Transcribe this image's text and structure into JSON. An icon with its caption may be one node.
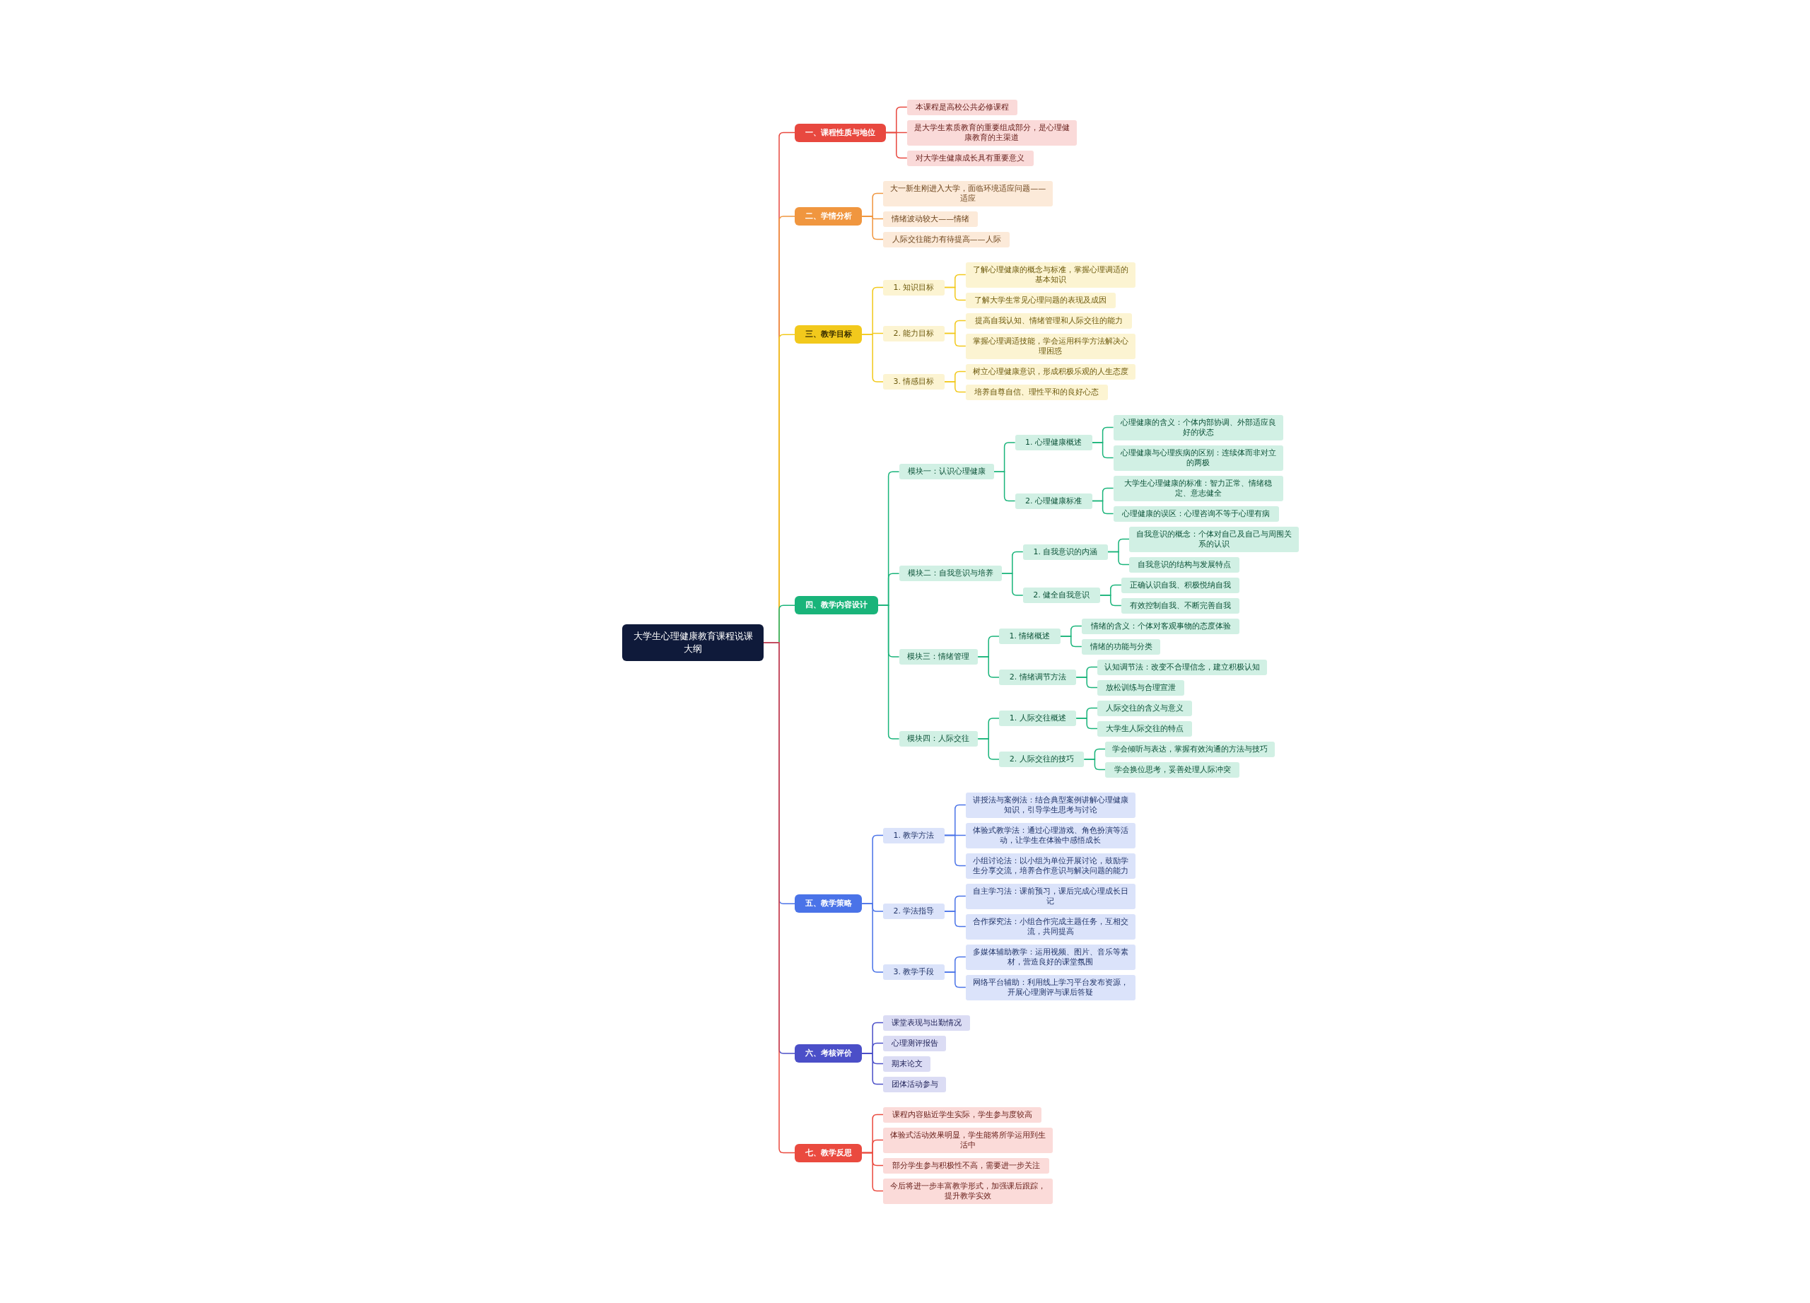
{
  "diagram": {
    "nodes": [
      {
        "text": [
          "大学生心理健康教育课程说课大纲"
        ]
      },
      {
        "text": [
          "一、课程性质与地位"
        ]
      },
      {
        "text": [
          "本课程是高校公共必修课程"
        ]
      },
      {
        "text": [
          "是大学生素质教育的重要组成部分，是心理健康教育的主渠道"
        ]
      },
      {
        "text": [
          "对大学生健康成长具有重要意义"
        ]
      },
      {
        "text": [
          "二、学情分析"
        ]
      },
      {
        "text": [
          "大一新生刚进入大学，面临环境适应问题——适应"
        ]
      },
      {
        "text": [
          "情绪波动较大——情绪"
        ]
      },
      {
        "text": [
          "人际交往能力有待提高——人际"
        ]
      },
      {
        "text": [
          "三、教学目标"
        ]
      },
      {
        "text": [
          "1. 知识目标"
        ]
      },
      {
        "text": [
          "了解心理健康的概念与标准，掌握心理调适的基本知识"
        ]
      },
      {
        "text": [
          "了解大学生常见心理问题的表现及成因"
        ]
      },
      {
        "text": [
          "2. 能力目标"
        ]
      },
      {
        "text": [
          "提高自我认知、情绪管理和人际交往的能力"
        ]
      },
      {
        "text": [
          "掌握心理调适技能，学会运用科学方法解决心理困惑"
        ]
      },
      {
        "text": [
          "3. 情感目标"
        ]
      },
      {
        "text": [
          "树立心理健康意识，形成积极乐观的人生态度"
        ]
      },
      {
        "text": [
          "培养自尊自信、理性平和的良好心态"
        ]
      },
      {
        "text": [
          "四、教学内容设计"
        ]
      },
      {
        "text": [
          "模块一：认识心理健康"
        ]
      },
      {
        "text": [
          "1. 心理健康概述"
        ]
      },
      {
        "text": [
          "心理健康的含义：个体内部协调、外部适应良好的状态"
        ]
      },
      {
        "text": [
          "心理健康与心理疾病的区别：连续体而非对立的两极"
        ]
      },
      {
        "text": [
          "2. 心理健康标准"
        ]
      },
      {
        "text": [
          "大学生心理健康的标准：智力正常、情绪稳定、意志健全"
        ]
      },
      {
        "text": [
          "心理健康的误区：心理咨询不等于心理有病"
        ]
      },
      {
        "text": [
          "模块二：自我意识与培养"
        ]
      },
      {
        "text": [
          "1. 自我意识的内涵"
        ]
      },
      {
        "text": [
          "自我意识的概念：个体对自己及自己与周围关系的认识"
        ]
      },
      {
        "text": [
          "自我意识的结构与发展特点"
        ]
      },
      {
        "text": [
          "2. 健全自我意识"
        ]
      },
      {
        "text": [
          "正确认识自我、积极悦纳自我"
        ]
      },
      {
        "text": [
          "有效控制自我、不断完善自我"
        ]
      },
      {
        "text": [
          "模块三：情绪管理"
        ]
      },
      {
        "text": [
          "1. 情绪概述"
        ]
      },
      {
        "text": [
          "情绪的含义：个体对客观事物的态度体验"
        ]
      },
      {
        "text": [
          "情绪的功能与分类"
        ]
      },
      {
        "text": [
          "2. 情绪调节方法"
        ]
      },
      {
        "text": [
          "认知调节法：改变不合理信念，建立积极认知"
        ]
      },
      {
        "text": [
          "放松训练与合理宣泄"
        ]
      },
      {
        "text": [
          "模块四：人际交往"
        ]
      },
      {
        "text": [
          "1. 人际交往概述"
        ]
      },
      {
        "text": [
          "人际交往的含义与意义"
        ]
      },
      {
        "text": [
          "大学生人际交往的特点"
        ]
      },
      {
        "text": [
          "2. 人际交往的技巧"
        ]
      },
      {
        "text": [
          "学会倾听与表达，掌握有效沟通的方法与技巧"
        ]
      },
      {
        "text": [
          "学会换位思考，妥善处理人际冲突"
        ]
      },
      {
        "text": [
          "五、教学策略"
        ]
      },
      {
        "text": [
          "1. 教学方法"
        ]
      },
      {
        "text": [
          "讲授法与案例法：结合典型案例讲解心理健康知识，引导学生思考与讨论"
        ]
      },
      {
        "text": [
          "体验式教学法：通过心理游戏、角色扮演等活动，让学生在体验中感悟成长"
        ]
      },
      {
        "text": [
          "小组讨论法：以小组为单位开展讨论，鼓励学生分享交流，培养合作意识与解决问题的能力"
        ]
      },
      {
        "text": [
          "2. 学法指导"
        ]
      },
      {
        "text": [
          "自主学习法：课前预习，课后完成心理成长日记"
        ]
      },
      {
        "text": [
          "合作探究法：小组合作完成主题任务，互相交流，共同提高"
        ]
      },
      {
        "text": [
          "3. 教学手段"
        ]
      },
      {
        "text": [
          "多媒体辅助教学：运用视频、图片、音乐等素材，营造良好的课堂氛围"
        ]
      },
      {
        "text": [
          "网络平台辅助：利用线上学习平台发布资源，开展心理测评与课后答疑"
        ]
      },
      {
        "text": [
          "六、考核评价"
        ]
      },
      {
        "text": [
          "课堂表现与出勤情况"
        ]
      },
      {
        "text": [
          "心理测评报告"
        ]
      },
      {
        "text": [
          "期末论文"
        ]
      },
      {
        "text": [
          "团体活动参与"
        ]
      },
      {
        "text": [
          "七、教学反思"
        ]
      },
      {
        "text": [
          "课程内容贴近学生实际，学生参与度较高"
        ]
      },
      {
        "text": [
          "体验式活动效果明显，学生能将所学运用到生活中"
        ]
      },
      {
        "text": [
          "部分学生参与积极性不高，需要进一步关注"
        ]
      },
      {
        "text": [
          "今后将进一步丰富教学形式，加强课后跟踪，提升教学实效"
        ]
      }
    ],
    "edges": [
      {
        "from": 0,
        "to": 1,
        "arrow": "none",
        "color": "#e8483f"
      },
      {
        "from": 0,
        "to": 5,
        "arrow": "none",
        "color": "#f0963f"
      },
      {
        "from": 0,
        "to": 9,
        "arrow": "none",
        "color": "#f2c91c"
      },
      {
        "from": 0,
        "to": 19,
        "arrow": "none"
      },
      {
        "from": 0,
        "to": 48,
        "arrow": "none",
        "color": "#4a73e8"
      },
      {
        "from": 0,
        "to": 59,
        "arrow": "none",
        "color": "#4b4fc8"
      },
      {
        "from": 0,
        "to": 64,
        "arrow": "none",
        "color": "#ea4a3f"
      },
      {
        "from": 1,
        "to": 2,
        "arrow": "none",
        "color": "#e8483f"
      },
      {
        "from": 1,
        "to": 3,
        "arrow": "none",
        "color": "#e8483f"
      },
      {
        "from": 1,
        "to": 4,
        "arrow": "none",
        "color": "#e8483f"
      },
      {
        "from": 5,
        "to": 6,
        "arrow": "none",
        "color": "#f0963f"
      },
      {
        "from": 5,
        "to": 7,
        "arrow": "none",
        "color": "#f0963f"
      },
      {
        "from": 5,
        "to": 8,
        "arrow": "none",
        "color": "#f0963f"
      },
      {
        "from": 9,
        "to": 10,
        "arrow": "none",
        "color": "#f2c91c"
      },
      {
        "from": 9,
        "to": 13,
        "arrow": "none",
        "color": "#f2c91c"
      },
      {
        "from": 9,
        "to": 16,
        "arrow": "none",
        "color": "#f2c91c"
      },
      {
        "from": 10,
        "to": 11,
        "arrow": "none",
        "color": "#f2c91c"
      },
      {
        "from": 10,
        "to": 12,
        "arrow": "none",
        "color": "#f2c91c"
      },
      {
        "from": 13,
        "to": 14,
        "arrow": "none",
        "color": "#f2c91c"
      },
      {
        "from": 13,
        "to": 15,
        "arrow": "none",
        "color": "#f2c91c"
      },
      {
        "from": 16,
        "to": 17,
        "arrow": "none",
        "color": "#f2c91c"
      },
      {
        "from": 16,
        "to": 18,
        "arrow": "none",
        "color": "#f2c91c"
      },
      {
        "from": 19,
        "to": 20,
        "arrow": "none"
      },
      {
        "from": 19,
        "to": 27,
        "arrow": "none"
      },
      {
        "from": 19,
        "to": 34,
        "arrow": "none"
      },
      {
        "from": 19,
        "to": 41,
        "arrow": "none"
      },
      {
        "from": 20,
        "to": 21,
        "arrow": "none"
      },
      {
        "from": 20,
        "to": 24,
        "arrow": "none"
      },
      {
        "from": 21,
        "to": 22,
        "arrow": "none"
      },
      {
        "from": 21,
        "to": 23,
        "arrow": "none"
      },
      {
        "from": 24,
        "to": 25,
        "arrow": "none"
      },
      {
        "from": 24,
        "to": 26,
        "arrow": "none"
      },
      {
        "from": 27,
        "to": 28,
        "arrow": "none"
      },
      {
        "from": 27,
        "to": 31,
        "arrow": "none"
      },
      {
        "from": 28,
        "to": 29,
        "arrow": "none"
      },
      {
        "from": 28,
        "to": 30,
        "arrow": "none"
      },
      {
        "from": 31,
        "to": 32,
        "arrow": "none"
      },
      {
        "from": 31,
        "to": 33,
        "arrow": "none"
      },
      {
        "from": 34,
        "to": 35,
        "arrow": "none"
      },
      {
        "from": 34,
        "to": 38,
        "arrow": "none"
      },
      {
        "from": 35,
        "to": 36,
        "arrow": "none"
      },
      {
        "from": 35,
        "to": 37,
        "arrow": "none"
      },
      {
        "from": 38,
        "to": 39,
        "arrow": "none"
      },
      {
        "from": 38,
        "to": 40,
        "arrow": "none"
      },
      {
        "from": 41,
        "to": 42,
        "arrow": "none"
      },
      {
        "from": 41,
        "to": 45,
        "arrow": "none"
      },
      {
        "from": 42,
        "to": 43,
        "arrow": "none"
      },
      {
        "from": 42,
        "to": 44,
        "arrow": "none"
      },
      {
        "from": 45,
        "to": 46,
        "arrow": "none"
      },
      {
        "from": 45,
        "to": 47,
        "arrow": "none"
      },
      {
        "from": 48,
        "to": 49,
        "arrow": "none",
        "color": "#4a73e8"
      },
      {
        "from": 48,
        "to": 53,
        "arrow": "none",
        "color": "#4a73e8"
      },
      {
        "from": 48,
        "to": 56,
        "arrow": "none",
        "color": "#4a73e8"
      },
      {
        "from": 49,
        "to": 50,
        "arrow": "none",
        "color": "#4a73e8"
      },
      {
        "from": 49,
        "to": 51,
        "arrow": "none",
        "color": "#4a73e8"
      },
      {
        "from": 49,
        "to": 52,
        "arrow": "none",
        "color": "#4a73e8"
      },
      {
        "from": 53,
        "to": 54,
        "arrow": "none",
        "color": "#4a73e8"
      },
      {
        "from": 53,
        "to": 55,
        "arrow": "none",
        "color": "#4a73e8"
      },
      {
        "from": 56,
        "to": 57,
        "arrow": "none",
        "color": "#4a73e8"
      },
      {
        "from": 56,
        "to": 58,
        "arrow": "none",
        "color": "#4a73e8"
      },
      {
        "from": 59,
        "to": 60,
        "arrow": "none",
        "color": "#4b4fc8"
      },
      {
        "from": 59,
        "to": 61,
        "arrow": "none",
        "color": "#4b4fc8"
      },
      {
        "from": 59,
        "to": 62,
        "arrow": "none",
        "color": "#4b4fc8"
      },
      {
        "from": 59,
        "to": 63,
        "arrow": "none",
        "color": "#4b4fc8"
      },
      {
        "from": 64,
        "to": 65,
        "arrow": "none",
        "color": "#ea4a3f"
      },
      {
        "from": 64,
        "to": 66,
        "arrow": "none",
        "color": "#ea4a3f"
      },
      {
        "from": 64,
        "to": 67,
        "arrow": "none",
        "color": "#ea4a3f"
      },
      {
        "from": 64,
        "to": 68,
        "arrow": "none",
        "color": "#ea4a3f"
      }
    ]
  }
}
